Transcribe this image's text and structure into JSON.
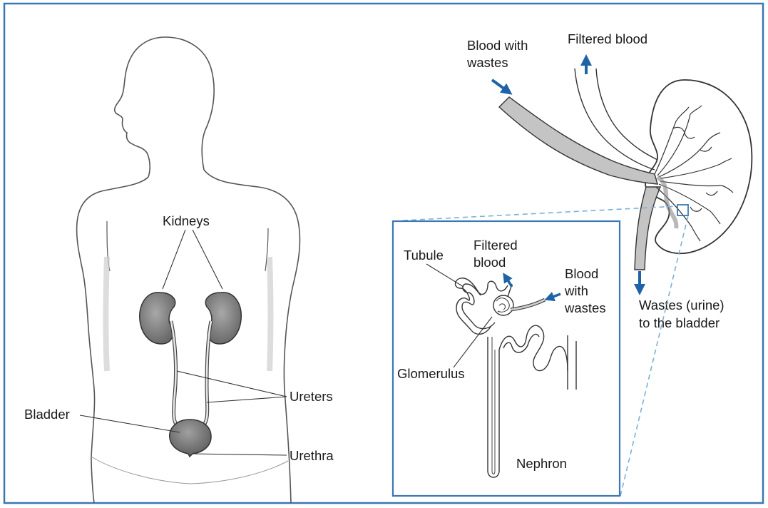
{
  "labels": {
    "kidneys": "Kidneys",
    "ureters": "Ureters",
    "bladder": "Bladder",
    "urethra": "Urethra",
    "blood_with_wastes_top_1": "Blood with",
    "blood_with_wastes_top_2": "wastes",
    "filtered_blood_top": "Filtered blood",
    "wastes_urine_1": "Wastes (urine)",
    "wastes_urine_2": "to the bladder",
    "tubule": "Tubule",
    "filtered_blood_inset_1": "Filtered",
    "filtered_blood_inset_2": "blood",
    "blood_with_wastes_inset_1": "Blood",
    "blood_with_wastes_inset_2": "with",
    "blood_with_wastes_inset_3": "wastes",
    "glomerulus": "Glomerulus",
    "nephron": "Nephron"
  },
  "colors": {
    "border": "#3a78b5",
    "arrow": "#1f63a6",
    "organ_fill": "#8c8c8c",
    "vessel_fill": "#c4c4c4",
    "outline": "#3a3a3a",
    "dashed": "#7fb0d8"
  }
}
